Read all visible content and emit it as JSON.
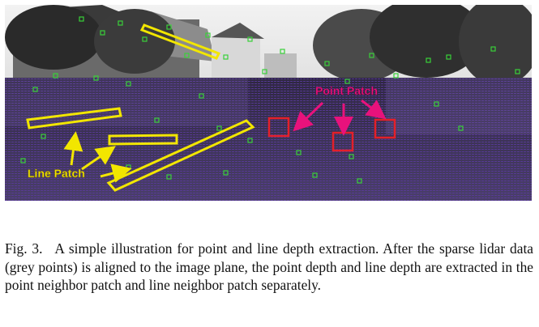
{
  "figure": {
    "labels": {
      "line_patch": "Line Patch",
      "point_patch": "Point Patch"
    },
    "colors": {
      "line_patch_box": "#f2e600",
      "line_patch_label": "#f2e600",
      "point_patch_box": "#e3202a",
      "point_patch_label": "#e8127c",
      "arrow_point": "#e8127c",
      "arrow_line": "#f2e600",
      "lidar_points": "#4b2a8c",
      "feature_markers": "#39d039"
    }
  },
  "caption": {
    "label": "Fig. 3.",
    "text": "A simple illustration for point and line depth extraction. After the sparse lidar data (grey points) is aligned to the image plane, the point depth and line depth are extracted in the point neighbor patch and line neighbor patch separately."
  }
}
